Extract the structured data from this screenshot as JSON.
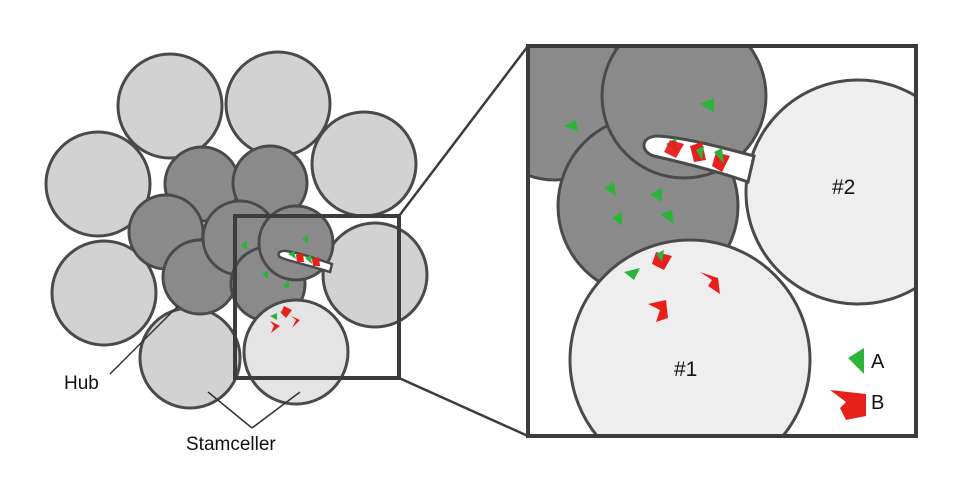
{
  "labels": {
    "hub": "Hub",
    "stem_cells": "Stamceller",
    "cell1": "#1",
    "cell2": "#2"
  },
  "legend": [
    {
      "key": "A",
      "label": "A",
      "color": "#2bb33a"
    },
    {
      "key": "B",
      "label": "B",
      "color": "#e8201c"
    }
  ],
  "colors": {
    "outline": "#4a4a4a",
    "outer_cell": "#d2d2d2",
    "hub_cell": "#8a8a8a",
    "stem_cell_fill": "#f1f1f1",
    "inset_frame": "#3c3c3c",
    "A": "#2bb33a",
    "B": "#e8201c"
  }
}
